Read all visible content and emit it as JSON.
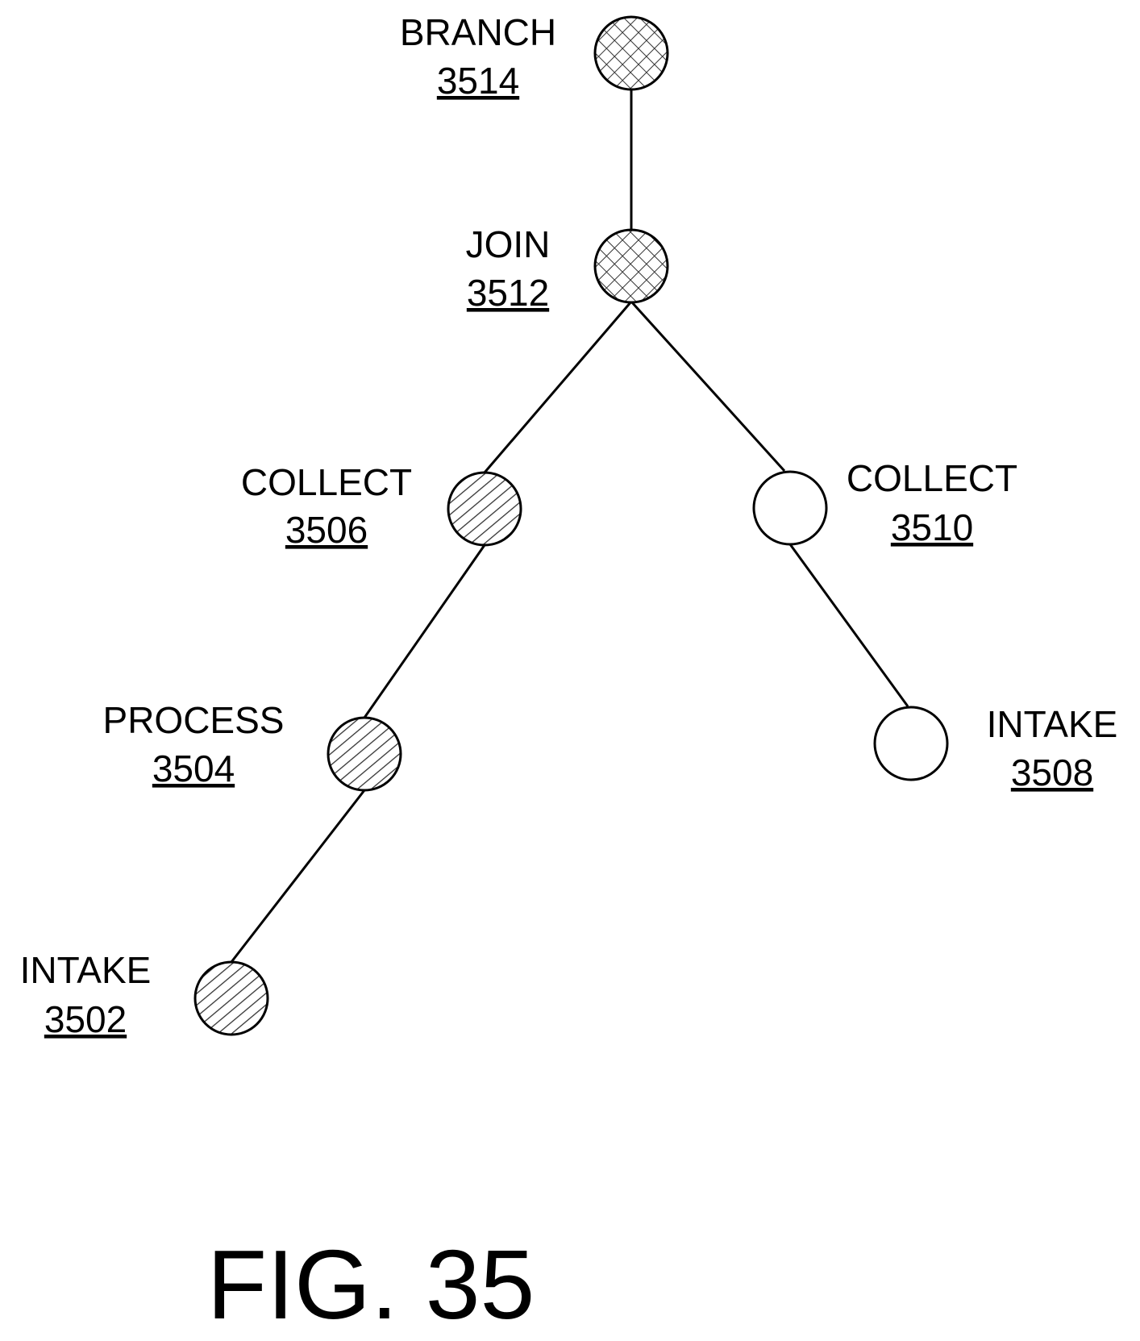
{
  "figure": {
    "caption": "FIG. 35"
  },
  "nodes": {
    "branch": {
      "name": "BRANCH",
      "ref": "3514",
      "fill": "crosshatch"
    },
    "join": {
      "name": "JOIN",
      "ref": "3512",
      "fill": "crosshatch"
    },
    "collect_left": {
      "name": "COLLECT",
      "ref": "3506",
      "fill": "diagonal-hatch"
    },
    "collect_right": {
      "name": "COLLECT",
      "ref": "3510",
      "fill": "none"
    },
    "process": {
      "name": "PROCESS",
      "ref": "3504",
      "fill": "diagonal-hatch"
    },
    "intake_left": {
      "name": "INTAKE",
      "ref": "3502",
      "fill": "diagonal-hatch"
    },
    "intake_right": {
      "name": "INTAKE",
      "ref": "3508",
      "fill": "none"
    }
  },
  "edges": [
    [
      "branch",
      "join"
    ],
    [
      "join",
      "collect_left"
    ],
    [
      "join",
      "collect_right"
    ],
    [
      "collect_left",
      "process"
    ],
    [
      "process",
      "intake_left"
    ],
    [
      "collect_right",
      "intake_right"
    ]
  ],
  "colors": {
    "line": "#000000",
    "background": "#ffffff"
  }
}
